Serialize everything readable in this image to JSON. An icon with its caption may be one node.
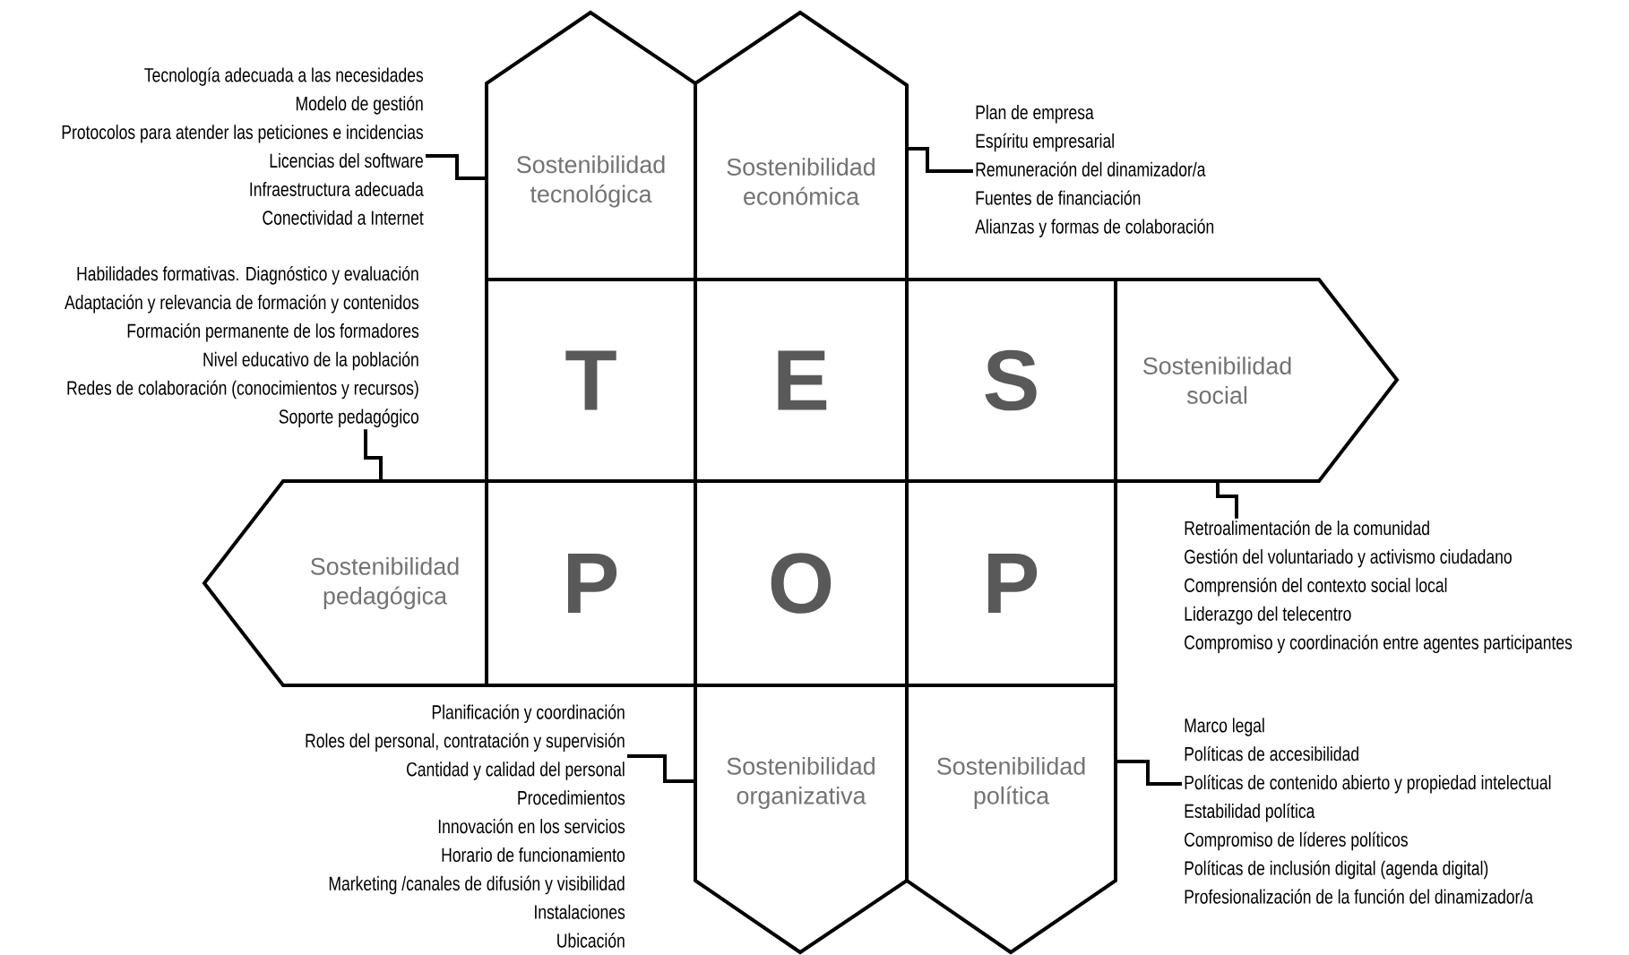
{
  "diagram": {
    "nodes": [
      {
        "text": [
          "Tecnología adecuada a las necesidades",
          "Modelo de gestión",
          "Protocolos para atender las peticiones e incidencias",
          "Licencias del software",
          "Infraestructura adecuada",
          "Conectividad a Internet"
        ]
      },
      {
        "text": [
          "Sostenibilidad tecnológica"
        ]
      },
      {
        "text": [
          "Sostenibilidad económica"
        ]
      },
      {
        "text": [
          "Plan de empresa",
          "Espíritu empresarial",
          "Remuneración del dinamizador/a",
          "Fuentes de financiación",
          "Alianzas y formas de colaboración"
        ]
      },
      {
        "text": [
          "T"
        ]
      },
      {
        "text": [
          "E"
        ]
      },
      {
        "text": [
          "S"
        ]
      },
      {
        "text": [
          "Sostenibilidad social"
        ]
      },
      {
        "text": [
          "Habilidades formativas. Diagnóstico y evaluación",
          "Adaptación y relevancia de formación y contenidos",
          "Formación permanente de los formadores",
          "Nivel educativo de la población",
          "Redes de colaboración (conocimientos y recursos)",
          "Soporte pedagógico"
        ]
      },
      {
        "text": [
          "Sostenibilidad pedagógica"
        ]
      },
      {
        "text": [
          "P"
        ]
      },
      {
        "text": [
          "O"
        ]
      },
      {
        "text": [
          "P"
        ]
      },
      {
        "text": [
          "Retroalimentación de la comunidad",
          "Gestión del voluntariado y activismo ciudadano",
          "Comprensión del contexto social local",
          "Liderazgo del telecentro",
          "Compromiso y coordinación entre agentes participantes"
        ]
      },
      {
        "text": [
          "Planificación y coordinación",
          "Roles del personal, contratación y supervisión",
          "Cantidad y calidad del personal",
          "Procedimientos",
          "Innovación en los servicios",
          "Horario de funcionamiento",
          "Marketing /canales de difusión y visibilidad",
          "Instalaciones",
          "Ubicación"
        ]
      },
      {
        "text": [
          "Sostenibilidad organizativa"
        ]
      },
      {
        "text": [
          "Sostenibilidad política"
        ]
      },
      {
        "text": [
          "Marco legal",
          "Políticas de accesibilidad",
          "Políticas de contenido abierto y propiedad intelectual",
          "Estabilidad política",
          "Compromiso de líderes políticos",
          "Políticas de inclusión digital (agenda digital)",
          "Profesionalización de la función del dinamizador/a"
        ]
      }
    ],
    "edges": [
      {
        "from": 0,
        "to": 1,
        "arrow": "none"
      },
      {
        "from": 3,
        "to": 2,
        "arrow": "none"
      },
      {
        "from": 8,
        "to": 9,
        "arrow": "none"
      },
      {
        "from": 13,
        "to": 7,
        "arrow": "none"
      },
      {
        "from": 14,
        "to": 15,
        "arrow": "none"
      },
      {
        "from": 17,
        "to": 16,
        "arrow": "none"
      }
    ]
  }
}
